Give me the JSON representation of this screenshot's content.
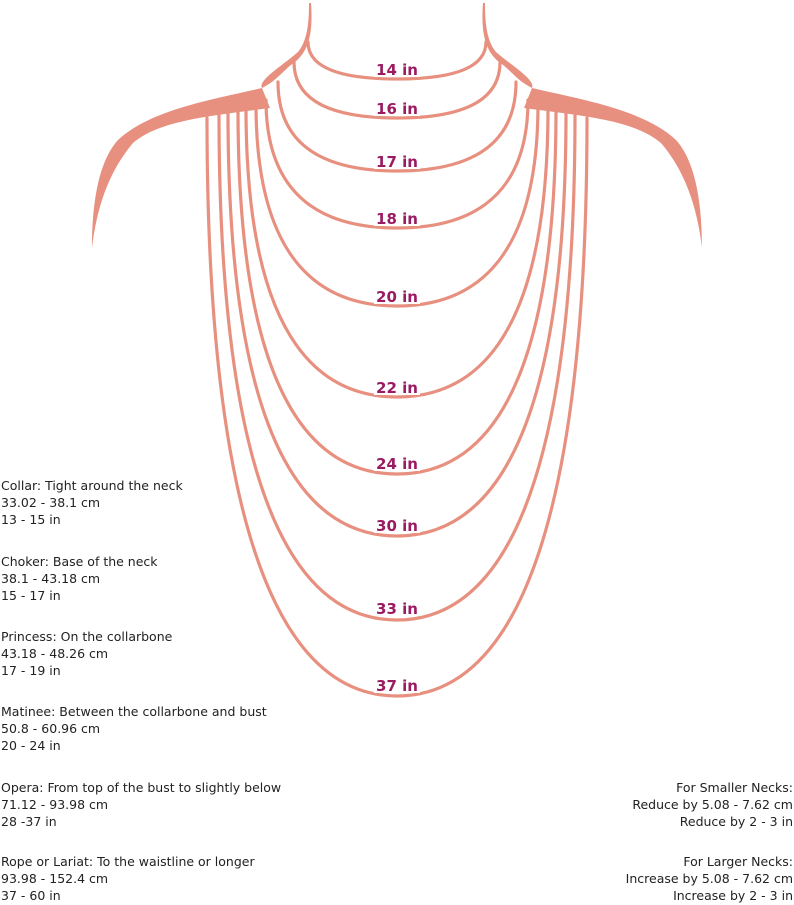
{
  "necklace_lengths": [
    "14 in",
    "16 in",
    "17 in",
    "18 in",
    "20 in",
    "22 in",
    "24 in",
    "30 in",
    "33 in",
    "37 in"
  ],
  "styles": [
    {
      "title": "Collar: Tight around the neck",
      "cm": "33.02 - 38.1 cm",
      "inches": "13 - 15 in"
    },
    {
      "title": "Choker: Base of the neck",
      "cm": "38.1 - 43.18 cm",
      "inches": "15 - 17 in"
    },
    {
      "title": "Princess: On the collarbone",
      "cm": "43.18 - 48.26 cm",
      "inches": "17 - 19 in"
    },
    {
      "title": "Matinee: Between the collarbone and bust",
      "cm": "50.8 - 60.96 cm",
      "inches": "20 - 24 in"
    },
    {
      "title": "Opera: From top of the bust to slightly below",
      "cm": "71.12 - 93.98 cm",
      "inches": "28 -37 in"
    },
    {
      "title": "Rope or Lariat: To the waistline or longer",
      "cm": "93.98 - 152.4 cm",
      "inches": "37 - 60 in"
    }
  ],
  "adjustments": [
    {
      "title": "For Smaller Necks:",
      "cm": "Reduce by 5.08 - 7.62 cm",
      "inches": "Reduce by 2 - 3 in"
    },
    {
      "title": "For Larger Necks:",
      "cm": "Increase by 5.08 - 7.62 cm",
      "inches": "Increase by 2 - 3 in"
    }
  ],
  "colors": {
    "body_outline": "#e8907f",
    "label": "#9b1b62",
    "text": "#222222"
  }
}
